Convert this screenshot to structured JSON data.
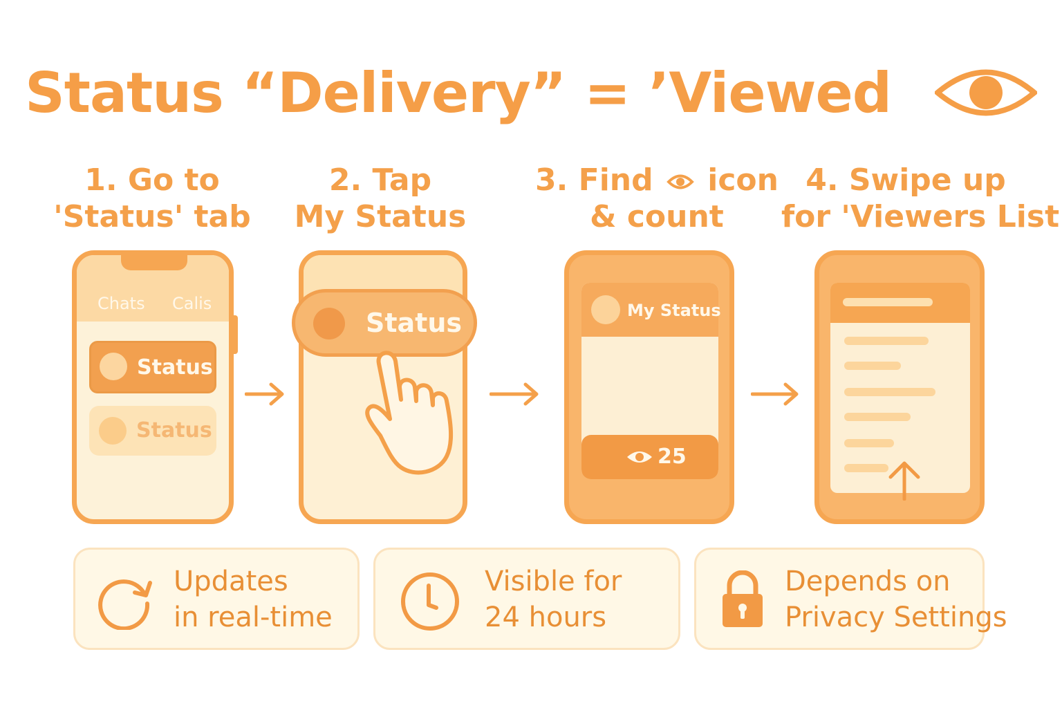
{
  "title": "Status “Delivery” = ’Viewed",
  "steps": [
    {
      "line1": "1. Go to",
      "line2": "'Status' tab"
    },
    {
      "line1": "2. Tap",
      "line2": "My Status"
    },
    {
      "line1_pre": "3. Find",
      "line1_post": "icon",
      "line2": "& count"
    },
    {
      "line1": "4. Swipe up",
      "line2": "for 'Viewers List'"
    }
  ],
  "phone1": {
    "tab_left": "Chats",
    "tab_right": "Calis",
    "row1": "Status",
    "row2": "Status"
  },
  "phone2": {
    "pill": "Status"
  },
  "phone3": {
    "header": "My Status",
    "view_count": "25"
  },
  "cards": [
    {
      "icon": "refresh-icon",
      "line1": "Updates",
      "line2": "in real-time"
    },
    {
      "icon": "clock-icon",
      "line1": "Visible for",
      "line2": "24 hours"
    },
    {
      "icon": "lock-icon",
      "line1": "Depends on",
      "line2": "Privacy Settings"
    }
  ],
  "colors": {
    "accent": "#f59e47",
    "phone_fill": "#fde8c6",
    "card_fill": "#fff8e6",
    "dark_orange": "#f29a45"
  }
}
